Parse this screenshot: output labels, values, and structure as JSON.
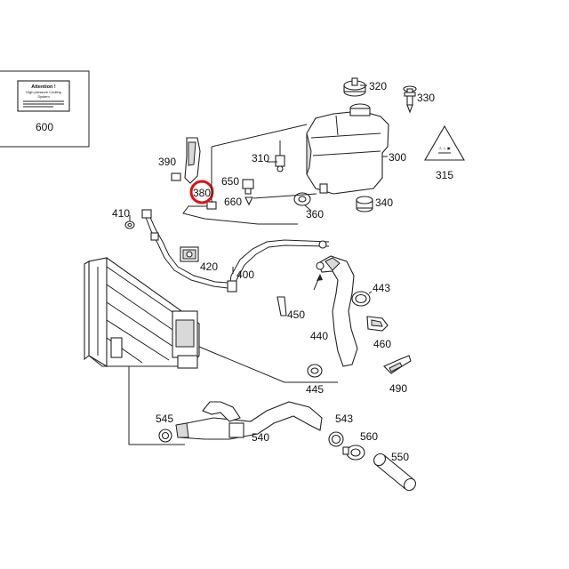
{
  "highlight_color": "#e01010",
  "labels": {
    "p600": "600",
    "p320": "320",
    "p330": "330",
    "p390": "390",
    "p310": "310",
    "p300": "300",
    "p315": "315",
    "p650": "650",
    "p380": "380",
    "p660": "660",
    "p360": "360",
    "p340": "340",
    "p410": "410",
    "p420": "420",
    "p400": "400",
    "p443": "443",
    "p450": "450",
    "p440": "440",
    "p460": "460",
    "p445": "445",
    "p490": "490",
    "p545": "545",
    "p543": "543",
    "p540": "540",
    "p560": "560",
    "p550": "550"
  },
  "sticker": {
    "title": "Attention !",
    "line1": "High pressure Cooling",
    "line2": "System"
  },
  "warning_icon": "hot-coolant-warning-icon"
}
